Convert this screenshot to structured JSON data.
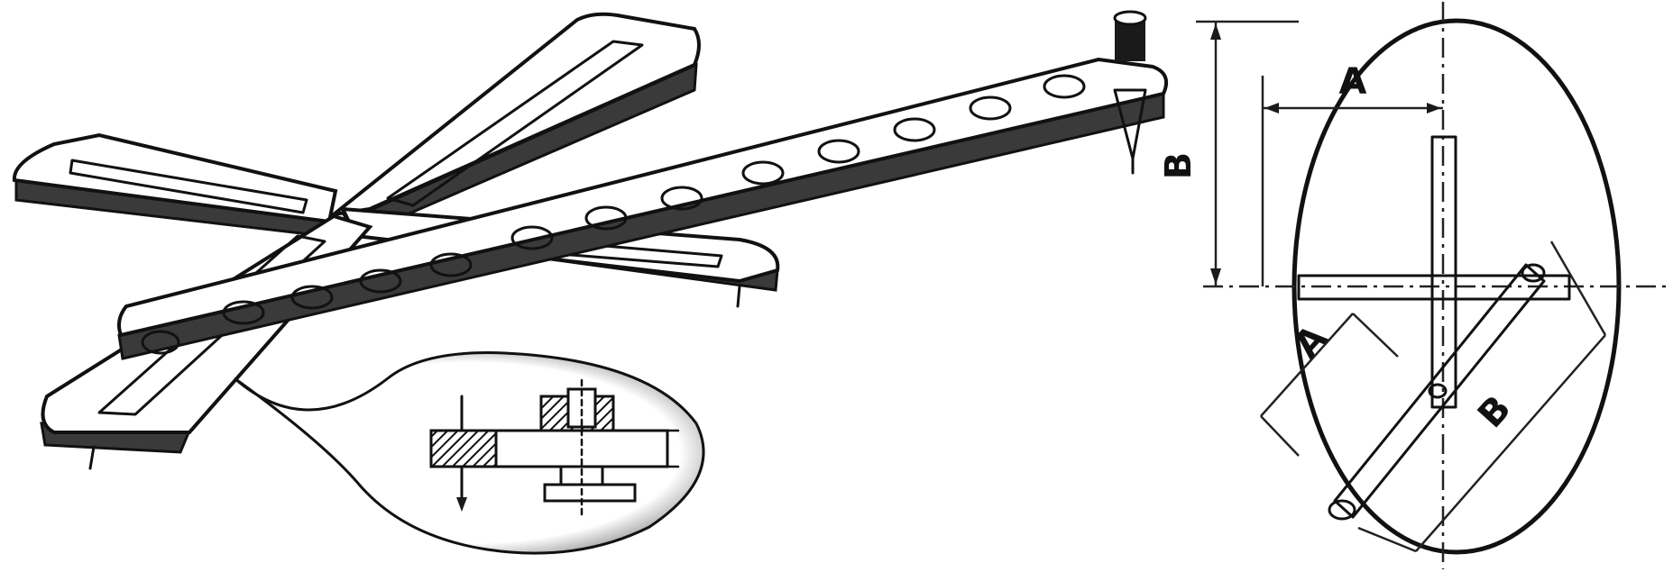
{
  "labels": {
    "a_top": "A",
    "b_left": "B",
    "a_lower": "A",
    "b_lower": "B"
  }
}
